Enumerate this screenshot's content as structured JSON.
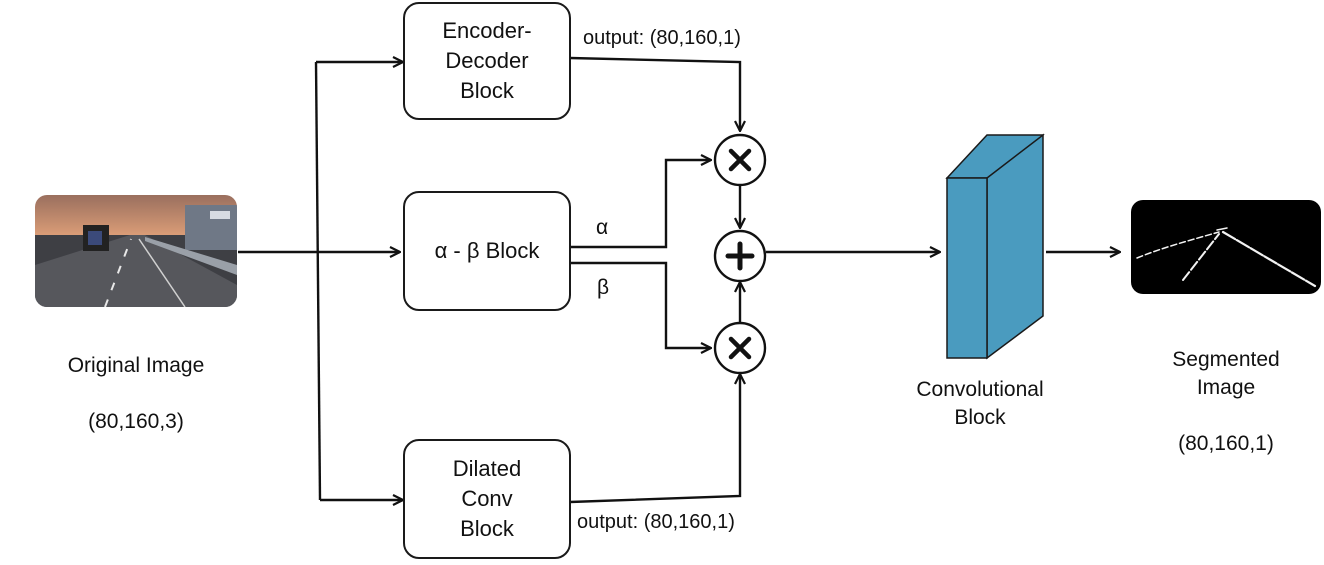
{
  "input": {
    "label": "Original Image",
    "shape": "(80,160,3)"
  },
  "blocks": {
    "encoder_decoder": "Encoder-\nDecoder\nBlock",
    "alpha_beta": "α -  β Block",
    "dilated": "Dilated\nConv\nBlock"
  },
  "edge_labels": {
    "encoder_output": "output: (80,160,1)",
    "dilated_output": "output: (80,160,1)",
    "alpha": "α",
    "beta": "β"
  },
  "operators": {
    "multiply_top": "×",
    "add": "+",
    "multiply_bottom": "×"
  },
  "conv_block": {
    "label": "Convolutional\nBlock",
    "color": "#4a9bbf"
  },
  "output": {
    "label": "Segmented\nImage",
    "shape": "(80,160,1)"
  }
}
